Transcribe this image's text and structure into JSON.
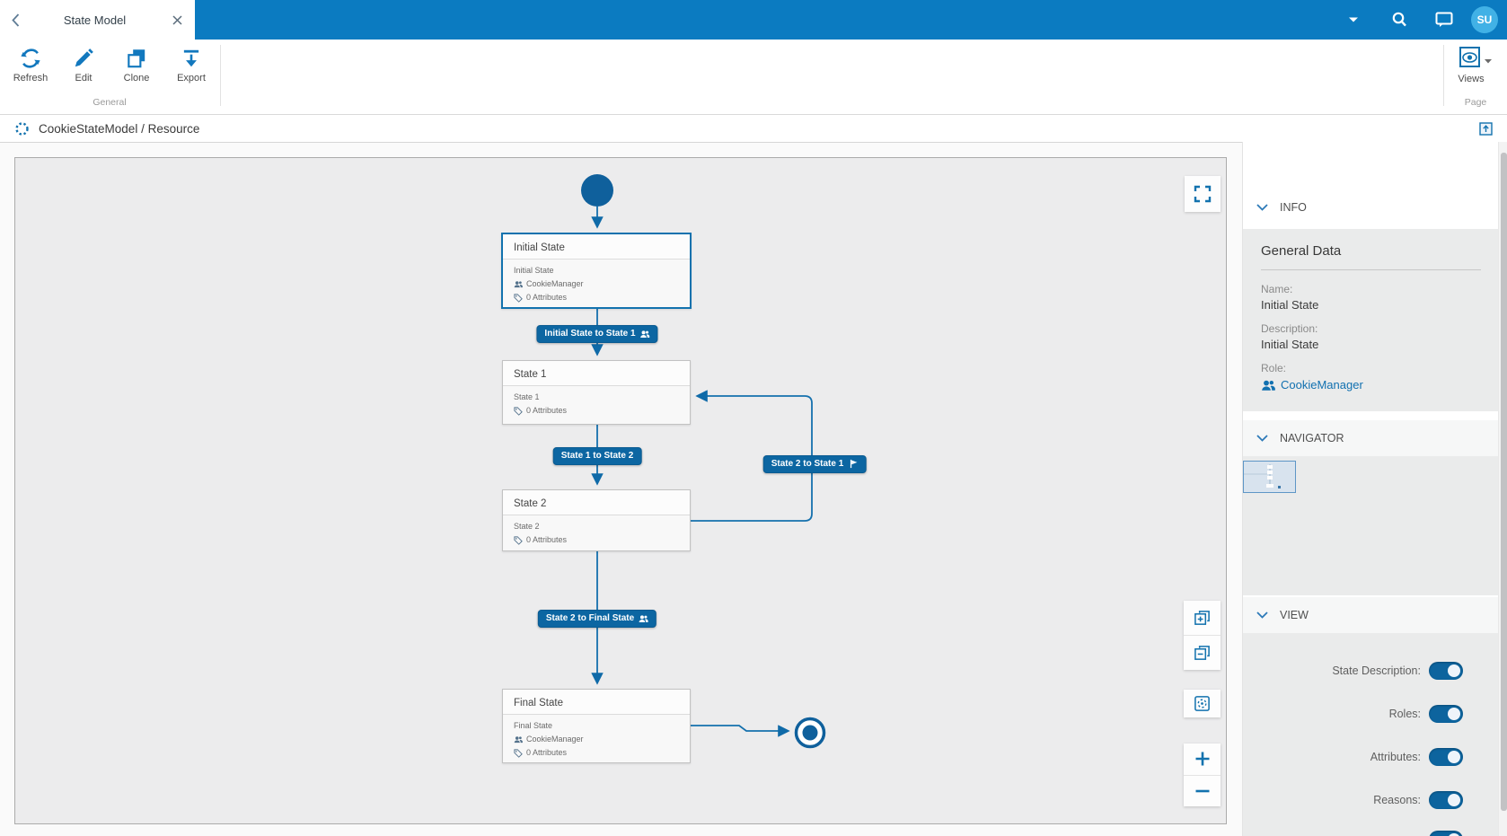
{
  "window": {
    "tab_title": "State Model",
    "avatar_initials": "SU"
  },
  "ribbon": {
    "buttons": [
      {
        "label": "Refresh"
      },
      {
        "label": "Edit"
      },
      {
        "label": "Clone"
      },
      {
        "label": "Export"
      }
    ],
    "group_general": "General",
    "views_button": "Views",
    "group_page": "Page"
  },
  "breadcrumb": {
    "path": "CookieStateModel / Resource"
  },
  "canvas": {
    "nodes": [
      {
        "title": "Initial State",
        "description": "Initial State",
        "role": "CookieManager",
        "attributes": "0 Attributes"
      },
      {
        "title": "State 1",
        "description": "State 1",
        "attributes": "0 Attributes"
      },
      {
        "title": "State 2",
        "description": "State 2",
        "attributes": "0 Attributes"
      },
      {
        "title": "Final State",
        "description": "Final State",
        "role": "CookieManager",
        "attributes": "0 Attributes"
      }
    ],
    "transitions": [
      {
        "label": "Initial State to State 1"
      },
      {
        "label": "State 1 to State 2"
      },
      {
        "label": "State 2 to State 1"
      },
      {
        "label": "State 2 to Final State"
      }
    ]
  },
  "panel": {
    "info_header": "INFO",
    "navigator_header": "NAVIGATOR",
    "view_header": "VIEW",
    "general_data": {
      "heading": "General Data",
      "name_label": "Name:",
      "name_value": "Initial State",
      "description_label": "Description:",
      "description_value": "Initial State",
      "role_label": "Role:",
      "role_value": "CookieManager"
    },
    "view_toggles": [
      {
        "label": "State Description:",
        "on": true
      },
      {
        "label": "Roles:",
        "on": true
      },
      {
        "label": "Attributes:",
        "on": true
      },
      {
        "label": "Reasons:",
        "on": true
      }
    ]
  },
  "colors": {
    "topbar": "#0b7bc1",
    "accent": "#1272ae",
    "badge": "#0c66a2",
    "node_terminal": "#0f609c",
    "link": "#1170b0",
    "toggle_on": "#0d649e",
    "avatar": "#41b1e6"
  }
}
